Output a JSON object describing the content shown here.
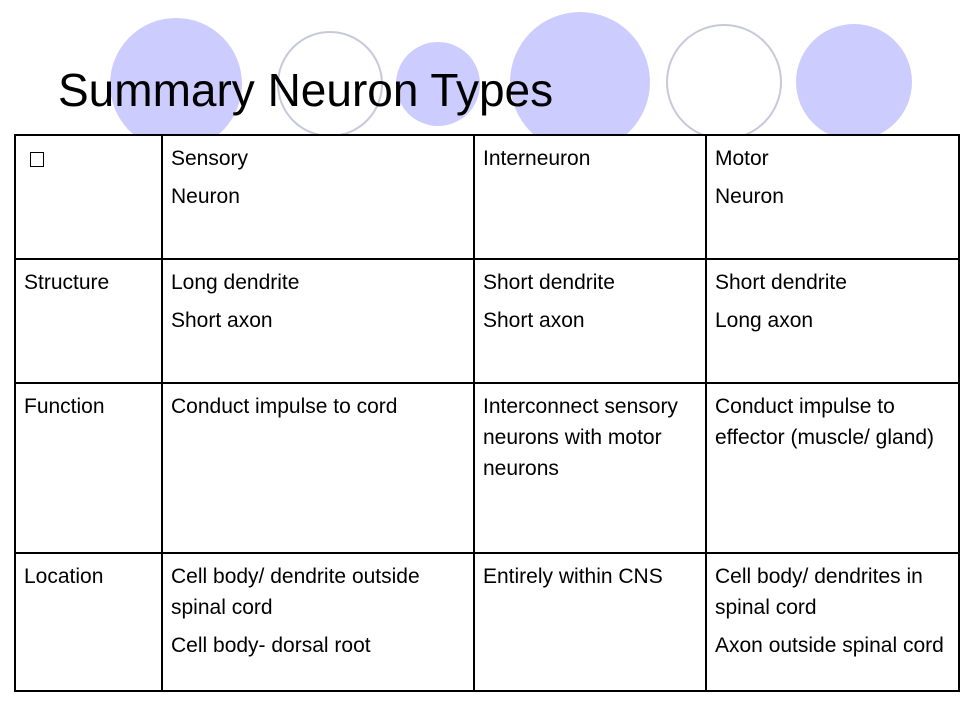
{
  "slide": {
    "title": "Summary Neuron Types",
    "theme_colors": {
      "circle_fill": "#ccccff",
      "circle_outline": "#c8c8dc"
    }
  },
  "table": {
    "header": {
      "corner_icon": "empty-box-icon",
      "cells": [
        [
          "Sensory",
          "Neuron"
        ],
        [
          "Interneuron"
        ],
        [
          "Motor",
          "Neuron"
        ]
      ]
    },
    "rows": [
      {
        "label": "Structure",
        "cells": [
          [
            "Long dendrite",
            "Short axon"
          ],
          [
            "Short dendrite",
            "Short axon"
          ],
          [
            "Short dendrite",
            "Long axon"
          ]
        ]
      },
      {
        "label": "Function",
        "cells": [
          [
            "Conduct impulse to cord"
          ],
          [
            "Interconnect sensory neurons with motor neurons"
          ],
          [
            "Conduct impulse to effector (muscle/ gland)"
          ]
        ]
      },
      {
        "label": "Location",
        "cells": [
          [
            "Cell body/ dendrite outside spinal cord",
            "Cell body- dorsal root"
          ],
          [
            "Entirely within CNS"
          ],
          [
            "Cell body/ dendrites in spinal cord",
            "Axon outside spinal cord"
          ]
        ]
      }
    ]
  }
}
